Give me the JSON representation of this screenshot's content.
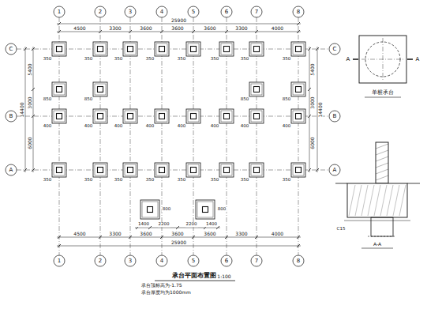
{
  "diagram": {
    "title": "承台平面布置图",
    "labels": [
      "1",
      "2",
      "3",
      "4",
      "5",
      "6",
      "7",
      "8",
      "1",
      "2",
      "3",
      "4",
      "5",
      "6",
      "7",
      "8",
      "C",
      "B",
      "A",
      "C",
      "B",
      "A",
      "4500",
      "3300",
      "3600",
      "3600",
      "3600",
      "3300",
      "4000",
      "25900",
      "1400",
      "2200",
      "2200",
      "1400",
      "4500",
      "3300",
      "3600",
      "3600",
      "3600",
      "3300",
      "4000",
      "25900",
      "5400",
      "3000",
      "6000",
      "14400",
      "5400",
      "3000",
      "6000",
      "14400",
      "350",
      "350",
      "350",
      "350",
      "350",
      "350",
      "350",
      "350",
      "850",
      "850",
      "850",
      "850",
      "400",
      "400",
      "400",
      "400",
      "400",
      "400",
      "400",
      "400",
      "350",
      "350",
      "350",
      "350",
      "350",
      "350",
      "350",
      "350",
      "800",
      "800",
      "1:100",
      "承台顶标高为-1.75",
      "承台厚度均为1000mm",
      "A",
      "A",
      "单桩承台",
      "C15",
      "A-A"
    ]
  }
}
